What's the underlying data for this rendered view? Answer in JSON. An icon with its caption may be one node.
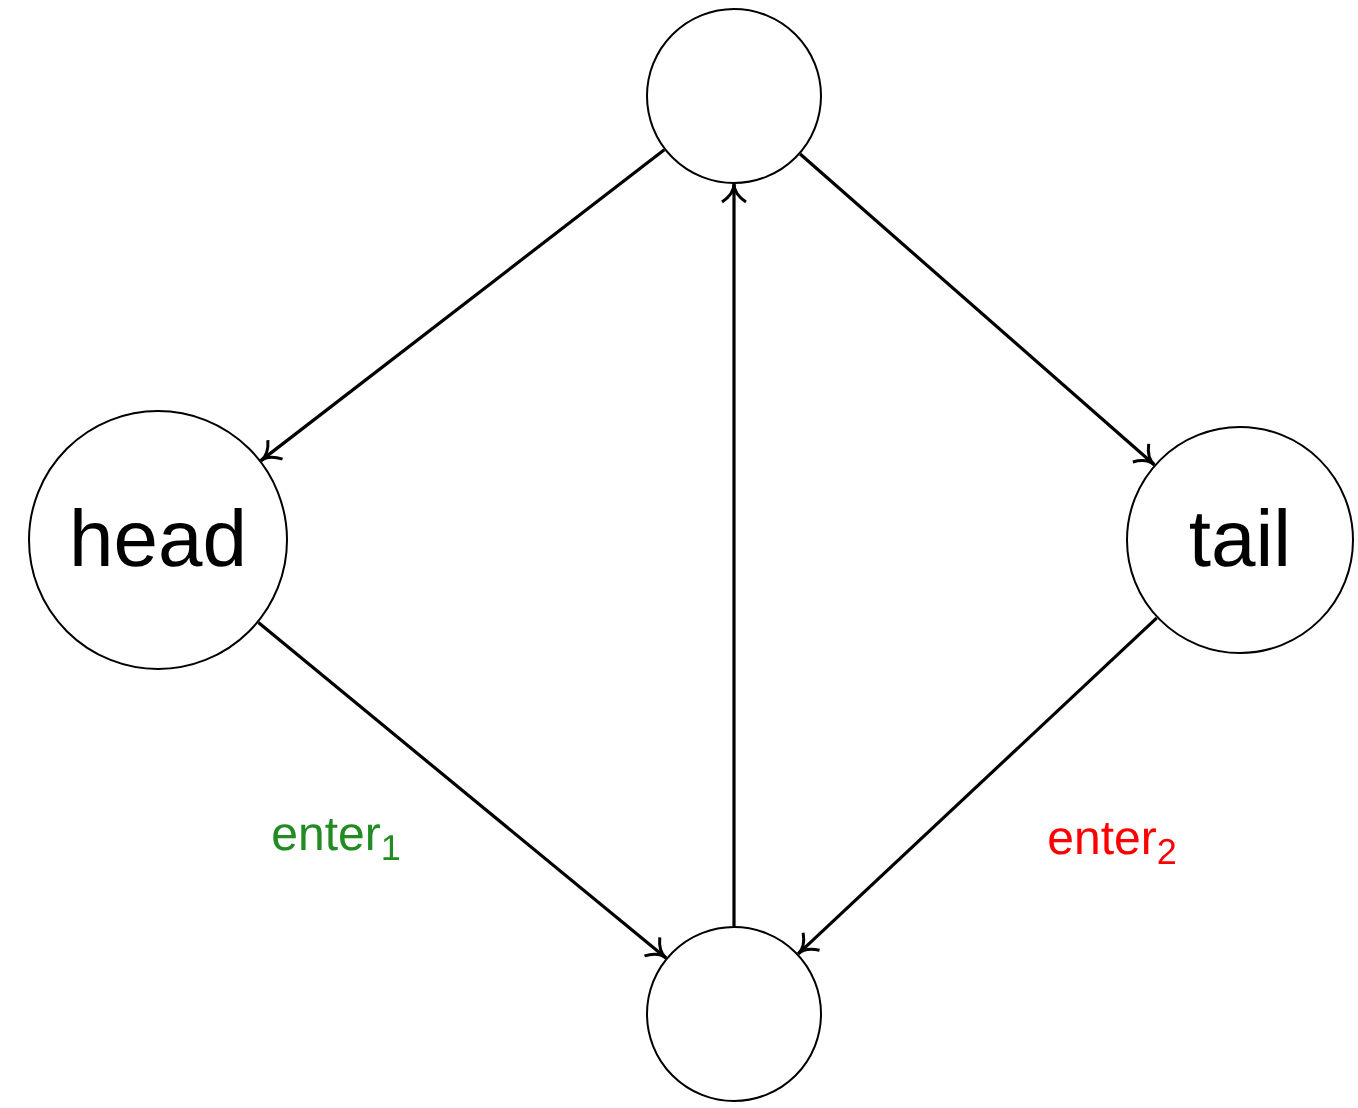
{
  "diagram": {
    "nodes": [
      {
        "text": [],
        "shape": "circle"
      },
      {
        "text": [
          "head"
        ]
      },
      {
        "text": [
          "tail"
        ]
      },
      {
        "text": [],
        "shape": "circle"
      }
    ],
    "edges": [
      {
        "from": 0,
        "to": 1,
        "arrow": "to"
      },
      {
        "from": 0,
        "to": 2,
        "arrow": "to"
      },
      {
        "from": 1,
        "to": 3,
        "arrow": "to",
        "label": "enter$_{1}$"
      },
      {
        "from": 2,
        "to": 3,
        "arrow": "to",
        "label": "enter$_{2}$"
      },
      {
        "from": 3,
        "to": 0,
        "arrow": "to"
      }
    ]
  }
}
